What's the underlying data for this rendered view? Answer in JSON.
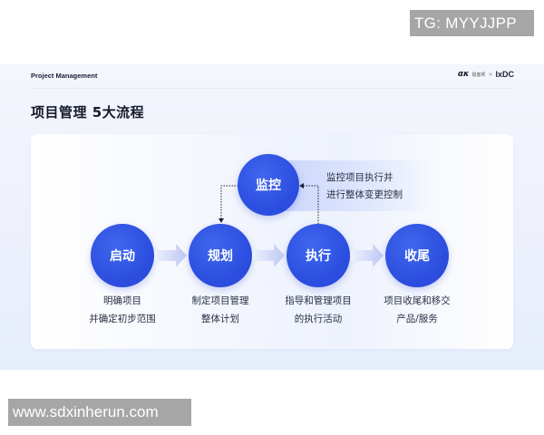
{
  "watermarks": {
    "top": "TG: MYYJJPP",
    "bottom": "www.sdxinherun.com"
  },
  "slide": {
    "header_label": "Project Management",
    "logos": {
      "left_mark": "ακ",
      "left_text": "极客邦",
      "separator": "×",
      "right": "IxDC"
    },
    "title": "项目管理 5大流程"
  },
  "diagram": {
    "monitor": {
      "label": "监控",
      "desc_line1": "监控项目执行并",
      "desc_line2": "进行整体变更控制"
    },
    "steps": [
      {
        "label": "启动",
        "desc_line1": "明确项目",
        "desc_line2": "并确定初步范围"
      },
      {
        "label": "规划",
        "desc_line1": "制定项目管理",
        "desc_line2": "整体计划"
      },
      {
        "label": "执行",
        "desc_line1": "指导和管理项目",
        "desc_line2": "的执行活动"
      },
      {
        "label": "收尾",
        "desc_line1": "项目收尾和移交",
        "desc_line2": "产品/服务"
      }
    ],
    "colors": {
      "node": "#2d4fe0",
      "arrow": "#c3cdf5",
      "band": "#d3dcfc"
    }
  }
}
